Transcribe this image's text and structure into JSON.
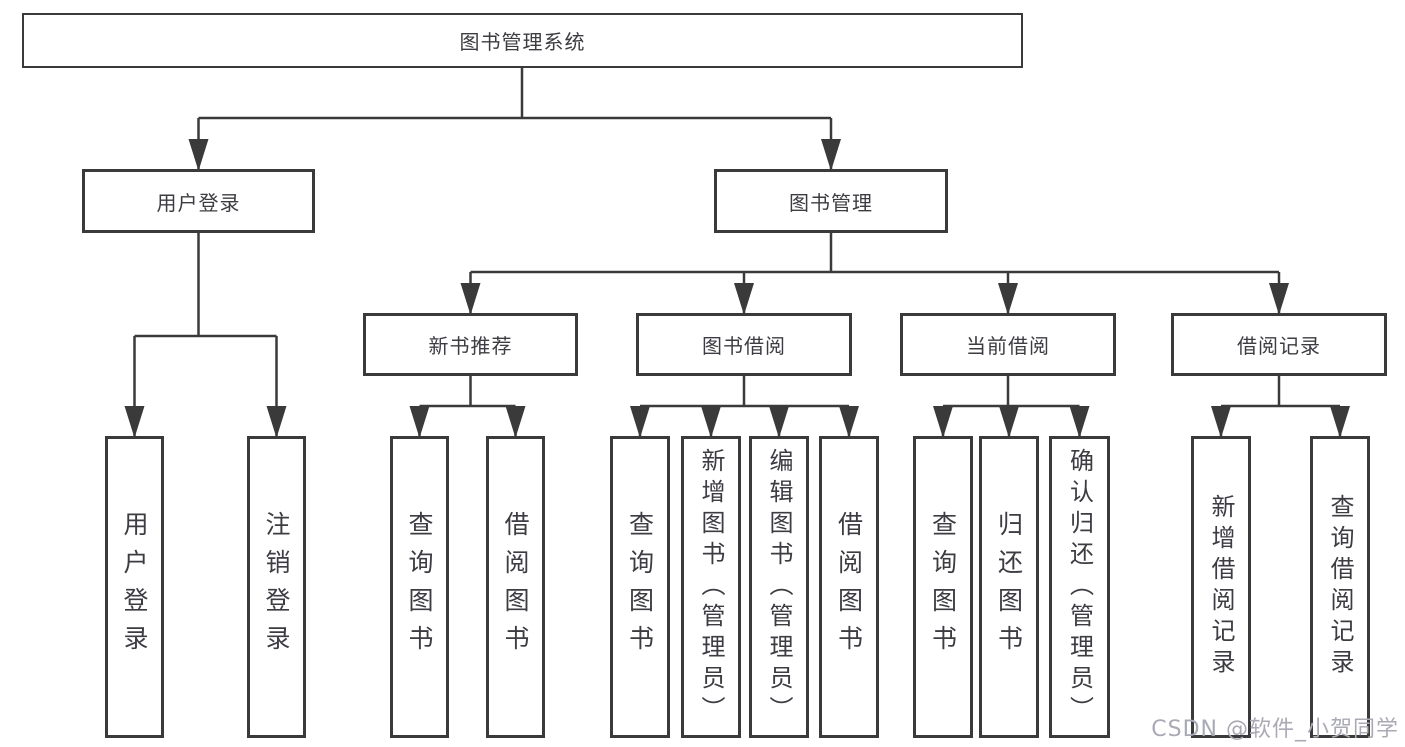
{
  "diagram": {
    "root": {
      "label": "图书管理系统"
    },
    "children": [
      {
        "label": "用户登录",
        "children": [
          {
            "label": "用户登录"
          },
          {
            "label": "注销登录"
          }
        ]
      },
      {
        "label": "图书管理",
        "children": [
          {
            "label": "新书推荐",
            "children": [
              {
                "label": "查询图书"
              },
              {
                "label": "借阅图书"
              }
            ]
          },
          {
            "label": "图书借阅",
            "children": [
              {
                "label": "查询图书"
              },
              {
                "label": "新增图书（管理员）"
              },
              {
                "label": "编辑图书（管理员）"
              },
              {
                "label": "借阅图书"
              }
            ]
          },
          {
            "label": "当前借阅",
            "children": [
              {
                "label": "查询图书"
              },
              {
                "label": "归还图书"
              },
              {
                "label": "确认归还（管理员）"
              }
            ]
          },
          {
            "label": "借阅记录",
            "children": [
              {
                "label": "新增借阅记录"
              },
              {
                "label": "查询借阅记录"
              }
            ]
          }
        ]
      }
    ]
  },
  "watermark": {
    "text": "CSDN @软件_小贺同学"
  },
  "colors": {
    "line": "#3a3a3a",
    "box_border": "#3a3a3a",
    "text": "#3c3c42",
    "watermark": "#a9aab4",
    "background": "#ffffff"
  }
}
